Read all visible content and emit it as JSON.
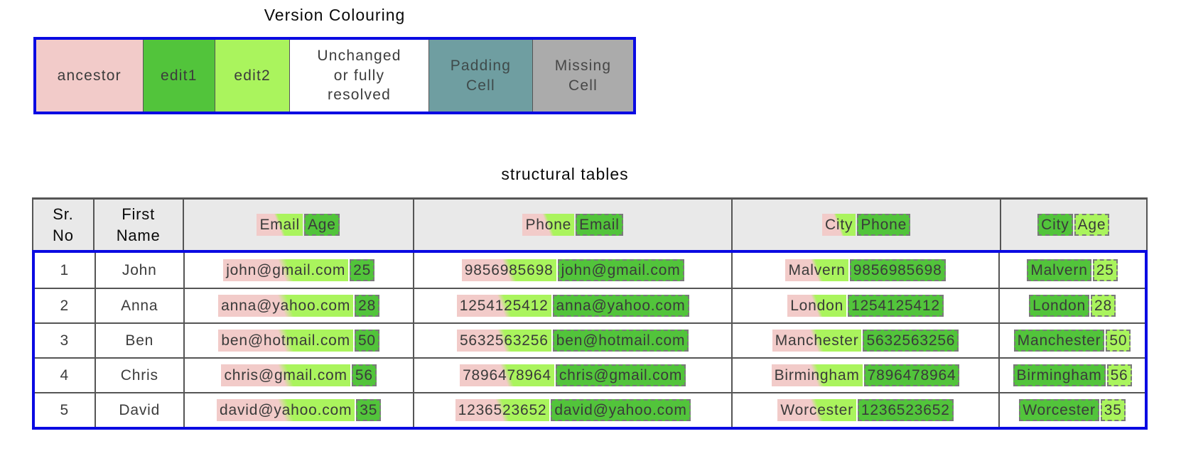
{
  "colors": {
    "ancestor_pink": "#f2cbc9",
    "edit1_green": "#52c43b",
    "edit2_green": "#aaf45d",
    "unchanged_white": "#ffffff",
    "padding_teal": "#6f9ea1",
    "missing_gray": "#ababab",
    "highlight_blue": "#0a0ae2",
    "grid_gray": "#555555"
  },
  "legend": {
    "title": "Version Colouring",
    "items": [
      {
        "label": "ancestor",
        "style": "ancestor"
      },
      {
        "label": "edit1",
        "style": "edit1"
      },
      {
        "label": "edit2",
        "style": "edit2"
      },
      {
        "label": "Unchanged\nor fully\nresolved",
        "style": "unchanged"
      },
      {
        "label": "Padding\nCell",
        "style": "padding"
      },
      {
        "label": "Missing\nCell",
        "style": "missing"
      }
    ]
  },
  "table": {
    "title": "structural tables",
    "columns": [
      {
        "kind": "text",
        "label": "Sr.\nNo"
      },
      {
        "kind": "text",
        "label": "First\nName"
      },
      {
        "kind": "chips",
        "chips": [
          {
            "text": "Email",
            "style": "ancestor_edit2"
          },
          {
            "text": "Age",
            "style": "edit1"
          }
        ]
      },
      {
        "kind": "chips",
        "chips": [
          {
            "text": "Phone",
            "style": "ancestor_edit2"
          },
          {
            "text": "Email",
            "style": "edit1"
          }
        ]
      },
      {
        "kind": "chips",
        "chips": [
          {
            "text": "City",
            "style": "ancestor_edit2"
          },
          {
            "text": "Phone",
            "style": "edit1"
          }
        ]
      },
      {
        "kind": "chips",
        "chips": [
          {
            "text": "City",
            "style": "edit1"
          },
          {
            "text": "Age",
            "style": "edit2"
          }
        ]
      }
    ],
    "rows": [
      {
        "sr": "1",
        "first_name": "John",
        "cells": [
          [
            {
              "text": "john@gmail.com",
              "style": "ancestor_edit2"
            },
            {
              "text": "25",
              "style": "edit1"
            }
          ],
          [
            {
              "text": "9856985698",
              "style": "ancestor_edit2"
            },
            {
              "text": "john@gmail.com",
              "style": "edit1"
            }
          ],
          [
            {
              "text": "Malvern",
              "style": "ancestor_edit2"
            },
            {
              "text": "9856985698",
              "style": "edit1"
            }
          ],
          [
            {
              "text": "Malvern",
              "style": "edit1"
            },
            {
              "text": "25",
              "style": "edit2"
            }
          ]
        ]
      },
      {
        "sr": "2",
        "first_name": "Anna",
        "cells": [
          [
            {
              "text": "anna@yahoo.com",
              "style": "ancestor_edit2"
            },
            {
              "text": "28",
              "style": "edit1"
            }
          ],
          [
            {
              "text": "1254125412",
              "style": "ancestor_edit2"
            },
            {
              "text": "anna@yahoo.com",
              "style": "edit1"
            }
          ],
          [
            {
              "text": "London",
              "style": "ancestor_edit2"
            },
            {
              "text": "1254125412",
              "style": "edit1"
            }
          ],
          [
            {
              "text": "London",
              "style": "edit1"
            },
            {
              "text": "28",
              "style": "edit2"
            }
          ]
        ]
      },
      {
        "sr": "3",
        "first_name": "Ben",
        "cells": [
          [
            {
              "text": "ben@hotmail.com",
              "style": "ancestor_edit2"
            },
            {
              "text": "50",
              "style": "edit1"
            }
          ],
          [
            {
              "text": "5632563256",
              "style": "ancestor_edit2"
            },
            {
              "text": "ben@hotmail.com",
              "style": "edit1"
            }
          ],
          [
            {
              "text": "Manchester",
              "style": "ancestor_edit2"
            },
            {
              "text": "5632563256",
              "style": "edit1"
            }
          ],
          [
            {
              "text": "Manchester",
              "style": "edit1"
            },
            {
              "text": "50",
              "style": "edit2"
            }
          ]
        ]
      },
      {
        "sr": "4",
        "first_name": "Chris",
        "cells": [
          [
            {
              "text": "chris@gmail.com",
              "style": "ancestor_edit2"
            },
            {
              "text": "56",
              "style": "edit1"
            }
          ],
          [
            {
              "text": "7896478964",
              "style": "ancestor_edit2"
            },
            {
              "text": "chris@gmail.com",
              "style": "edit1"
            }
          ],
          [
            {
              "text": "Birmingham",
              "style": "ancestor_edit2"
            },
            {
              "text": "7896478964",
              "style": "edit1"
            }
          ],
          [
            {
              "text": "Birmingham",
              "style": "edit1"
            },
            {
              "text": "56",
              "style": "edit2"
            }
          ]
        ]
      },
      {
        "sr": "5",
        "first_name": "David",
        "cells": [
          [
            {
              "text": "david@yahoo.com",
              "style": "ancestor_edit2"
            },
            {
              "text": "35",
              "style": "edit1"
            }
          ],
          [
            {
              "text": "1236523652",
              "style": "ancestor_edit2"
            },
            {
              "text": "david@yahoo.com",
              "style": "edit1"
            }
          ],
          [
            {
              "text": "Worcester",
              "style": "ancestor_edit2"
            },
            {
              "text": "1236523652",
              "style": "edit1"
            }
          ],
          [
            {
              "text": "Worcester",
              "style": "edit1"
            },
            {
              "text": "35",
              "style": "edit2"
            }
          ]
        ]
      }
    ]
  }
}
